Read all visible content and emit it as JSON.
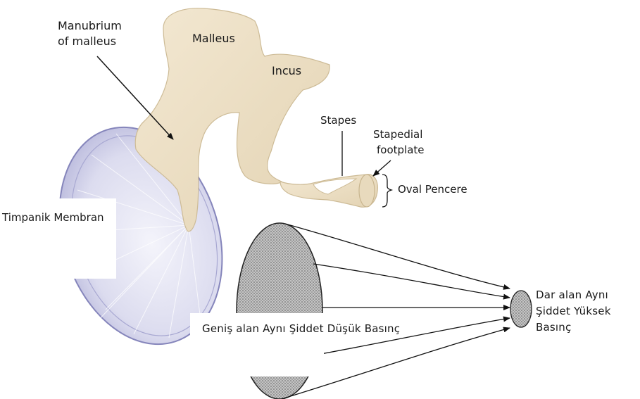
{
  "labels": {
    "manubrium_line1": "Manubrium",
    "manubrium_line2": "of malleus",
    "malleus": "Malleus",
    "incus": "Incus",
    "stapes": "Stapes",
    "footplate_line1": "Stapedial",
    "footplate_line2": "footplate",
    "oval_window": "Oval Pencere",
    "tympanic_line1": "Timpanik",
    "tympanic_line2": "Membran"
  },
  "wide_area": {
    "line1": "Geniş alan",
    "line2": "Aynı Şiddet",
    "line3": "Düşük Basınç"
  },
  "narrow_area": {
    "line1": "Dar alan",
    "line2": "Aynı Şiddet",
    "line3": "Yüksek Basınç"
  },
  "colors": {
    "bone": "#ecdfc6",
    "bone_shadow": "#d9c8a6",
    "membrane": "#d8d8ee",
    "membrane_edge": "#8e8ec0",
    "hatch_fill": "#b9b9b9",
    "text": "#1a1a1a"
  }
}
